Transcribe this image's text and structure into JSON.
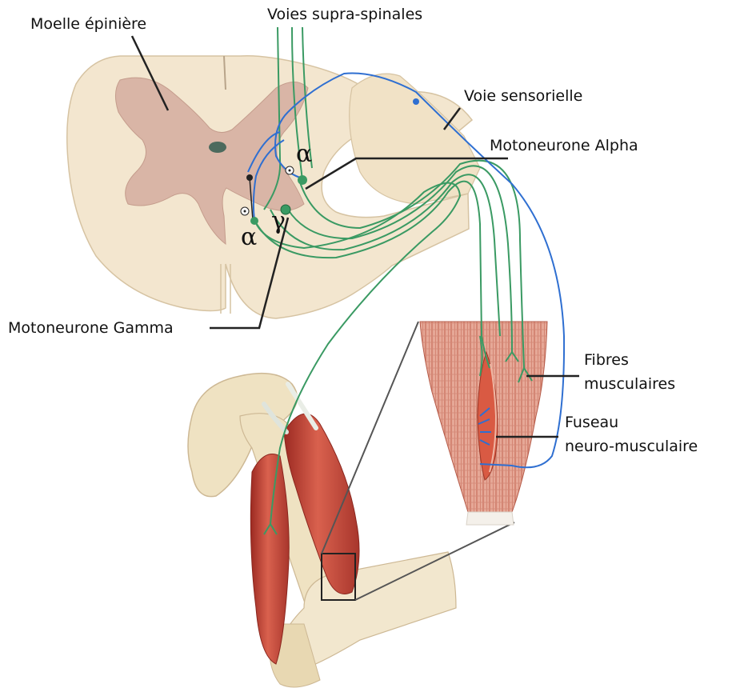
{
  "labels": {
    "spinal_cord": "Moelle épinière",
    "supraspinal": "Voies supra-spinales",
    "sensory": "Voie sensorielle",
    "alpha_motoneuron": "Motoneurone Alpha",
    "gamma_motoneuron": "Motoneurone Gamma",
    "fibers_line1": "Fibres",
    "fibers_line2": "musculaires",
    "spindle_line1": "Fuseau",
    "spindle_line2": "neuro-musculaire"
  },
  "symbols": {
    "alpha_upper": "α",
    "alpha_lower": "α",
    "gamma": "γ"
  },
  "colors": {
    "motor_pathway": "#3a9a63",
    "sensory_pathway": "#2f6fd1",
    "white_matter": "#f3e6cf",
    "grey_matter": "#d9b5a6",
    "muscle": "#c9483a",
    "bone": "#efe2c2"
  }
}
